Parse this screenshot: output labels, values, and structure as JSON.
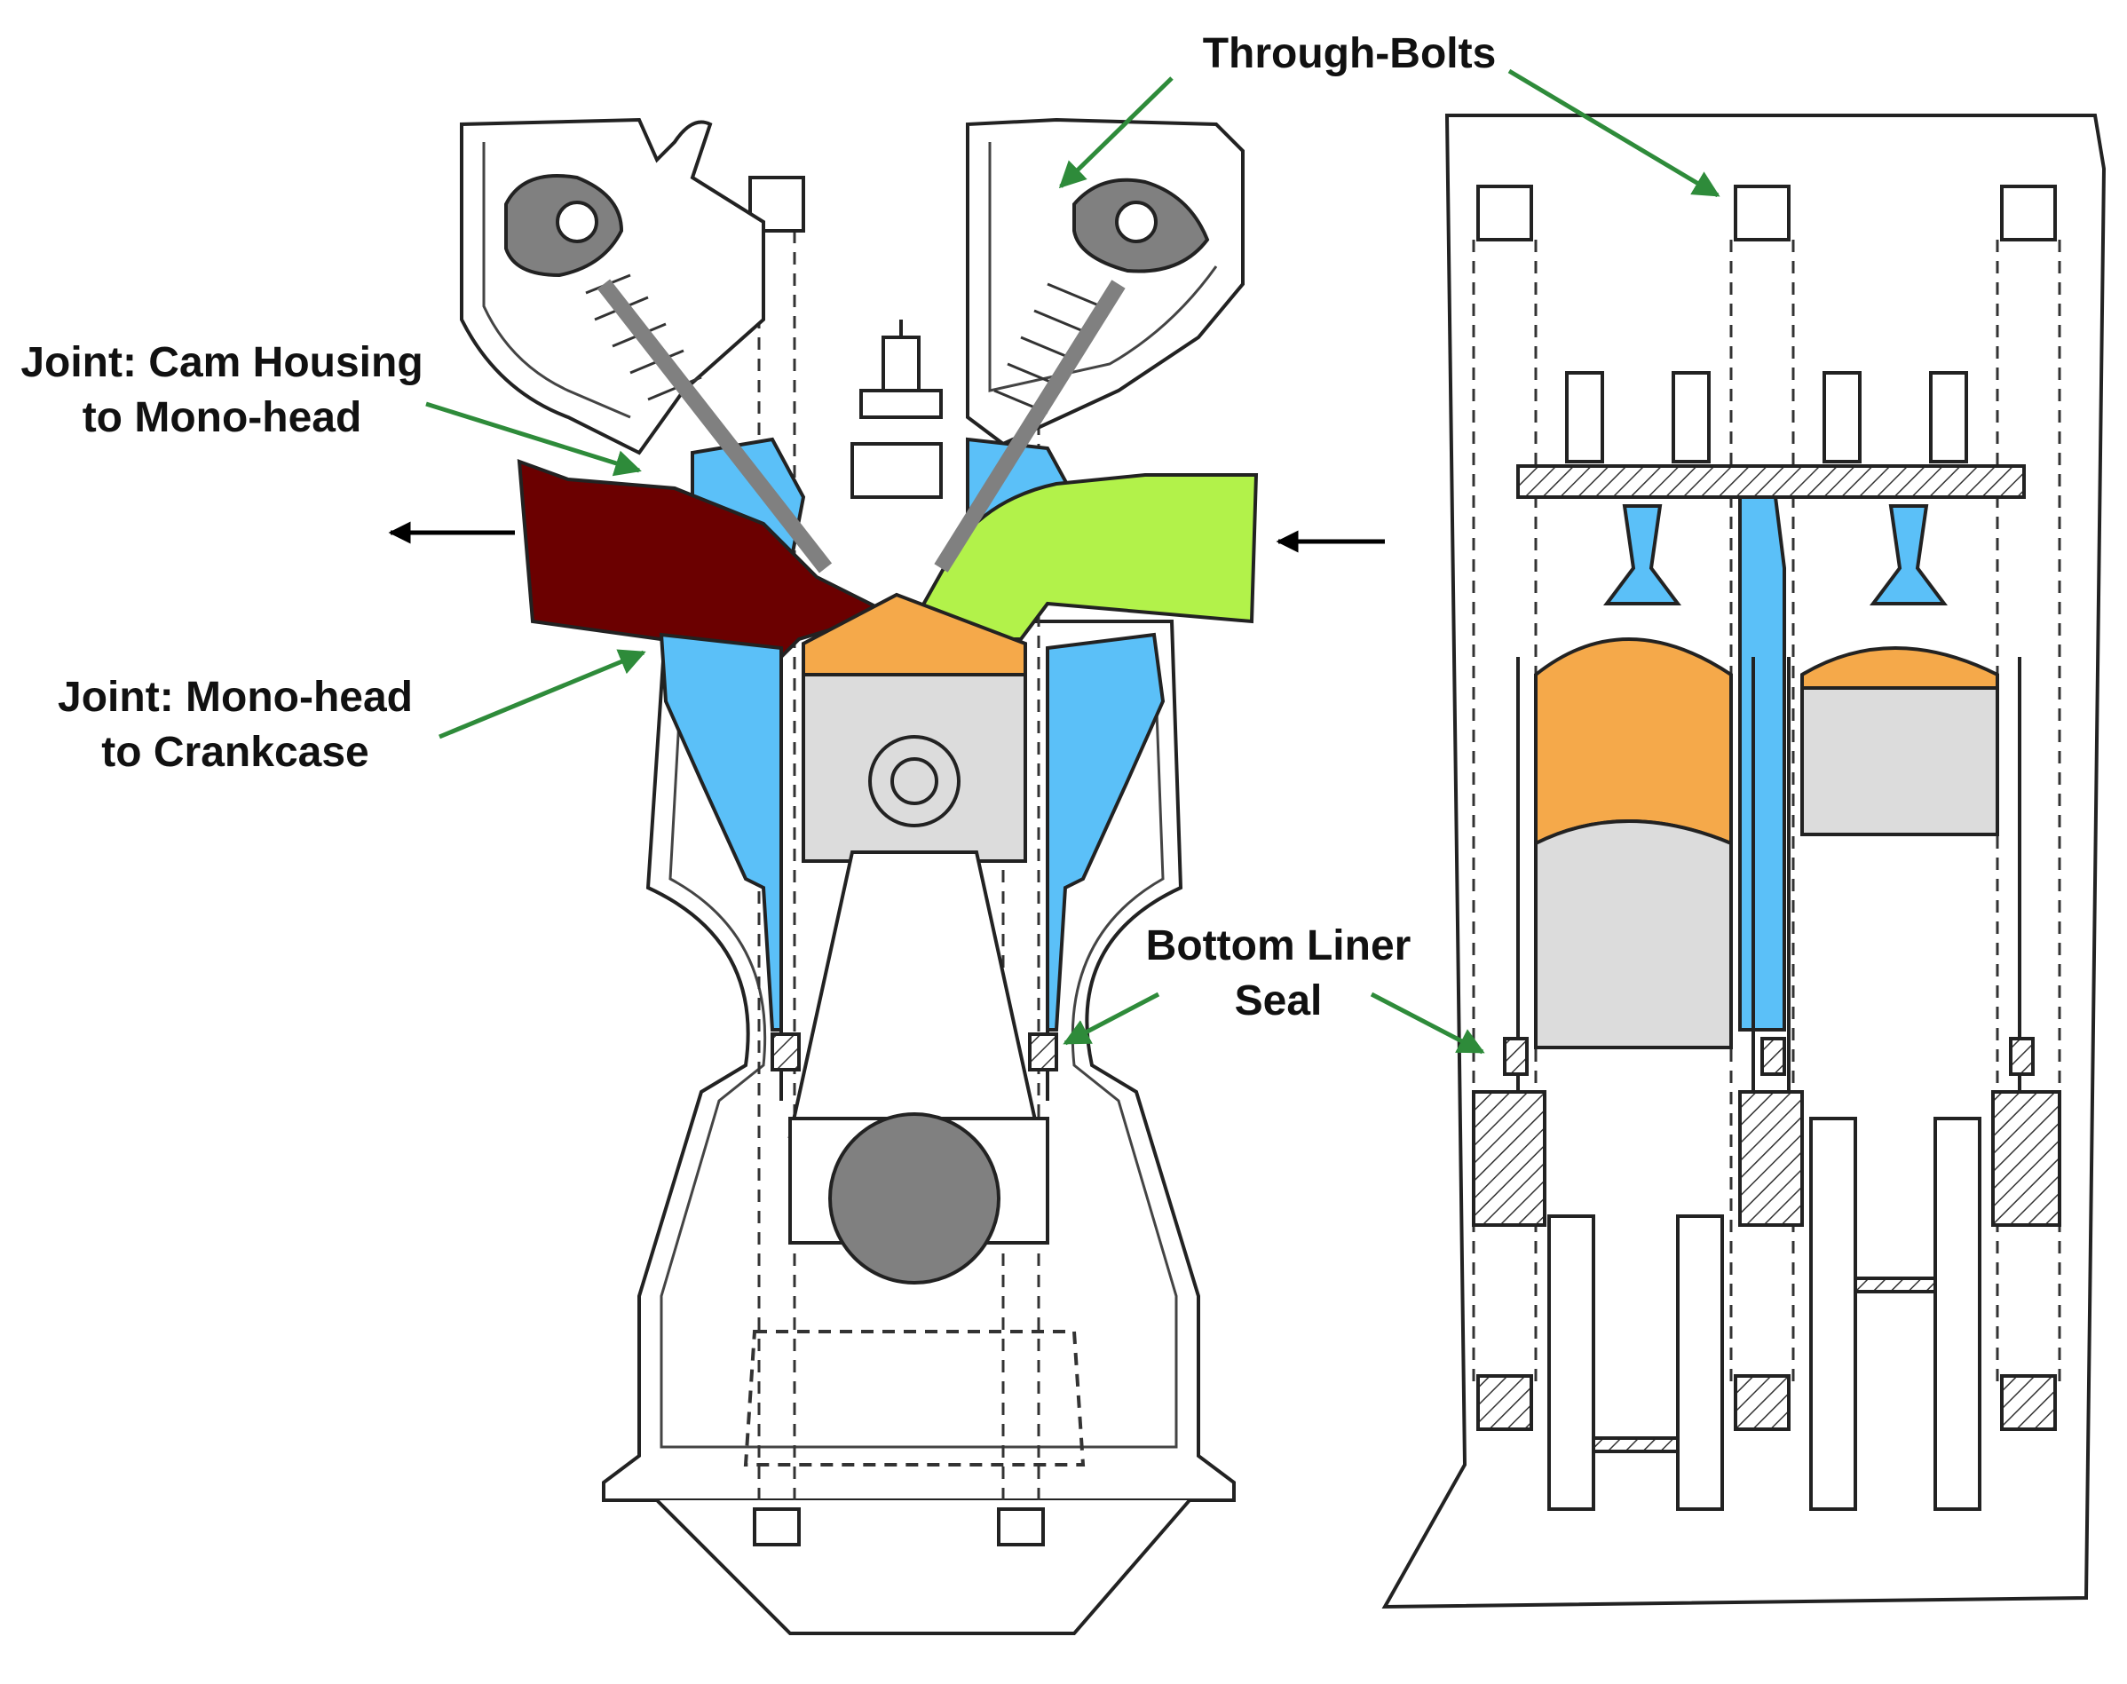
{
  "labels": {
    "through_bolts": "Through-Bolts",
    "cam_housing_joint": [
      "Joint: Cam Housing",
      "to Mono-head"
    ],
    "crankcase_joint": [
      "Joint: Mono-head",
      "to Crankcase"
    ],
    "liner_seal": [
      "Bottom Liner",
      "Seal"
    ]
  },
  "colors": {
    "coolant": "#5bc0f8",
    "exhaust_port": "#6b0000",
    "intake_port": "#b2f24a",
    "combustion_chamber": "#f5a94a",
    "piston": "#dcdcdc",
    "valve_and_cam": "#808080",
    "crank_pin": "#808080",
    "callout_arrow": "#2e8b3a",
    "flow_arrow": "#000000",
    "outline": "#222222"
  },
  "icons": {
    "exhaust_flow": "arrow-left-icon",
    "intake_flow": "arrow-left-icon"
  }
}
